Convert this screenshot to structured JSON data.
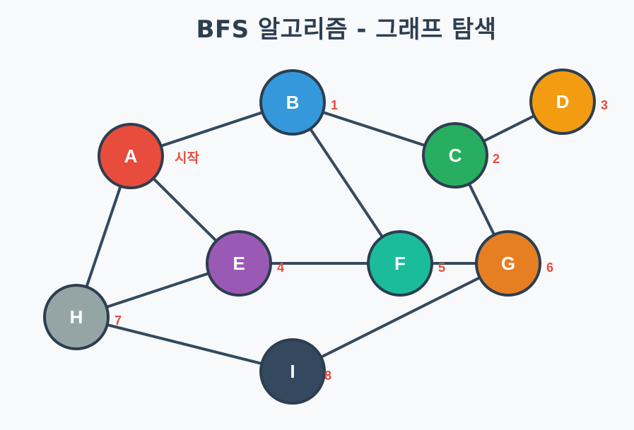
{
  "title": "BFS 알고리즘 - 그래프 탐색",
  "start_label": "시작",
  "colors": {
    "background": "#f7f9fb",
    "edge": "#34495e",
    "node_stroke": "#2c3e50",
    "order_text": "#e74c3c",
    "title_text": "#2c3e50"
  },
  "nodes": [
    {
      "id": "A",
      "label": "A",
      "color": "#e74c3c",
      "order": ""
    },
    {
      "id": "B",
      "label": "B",
      "color": "#3498db",
      "order": "1"
    },
    {
      "id": "C",
      "label": "C",
      "color": "#27ae60",
      "order": "2"
    },
    {
      "id": "D",
      "label": "D",
      "color": "#f39c12",
      "order": "3"
    },
    {
      "id": "E",
      "label": "E",
      "color": "#9b59b6",
      "order": "4"
    },
    {
      "id": "F",
      "label": "F",
      "color": "#1abc9c",
      "order": "5"
    },
    {
      "id": "G",
      "label": "G",
      "color": "#e67e22",
      "order": "6"
    },
    {
      "id": "H",
      "label": "H",
      "color": "#95a5a6",
      "order": "7"
    },
    {
      "id": "I",
      "label": "I",
      "color": "#34495e",
      "order": "8"
    }
  ],
  "edges": [
    [
      "A",
      "B"
    ],
    [
      "A",
      "E"
    ],
    [
      "A",
      "H"
    ],
    [
      "B",
      "C"
    ],
    [
      "B",
      "F"
    ],
    [
      "C",
      "D"
    ],
    [
      "C",
      "G"
    ],
    [
      "E",
      "F"
    ],
    [
      "E",
      "H"
    ],
    [
      "F",
      "G"
    ],
    [
      "G",
      "I"
    ],
    [
      "H",
      "I"
    ]
  ]
}
